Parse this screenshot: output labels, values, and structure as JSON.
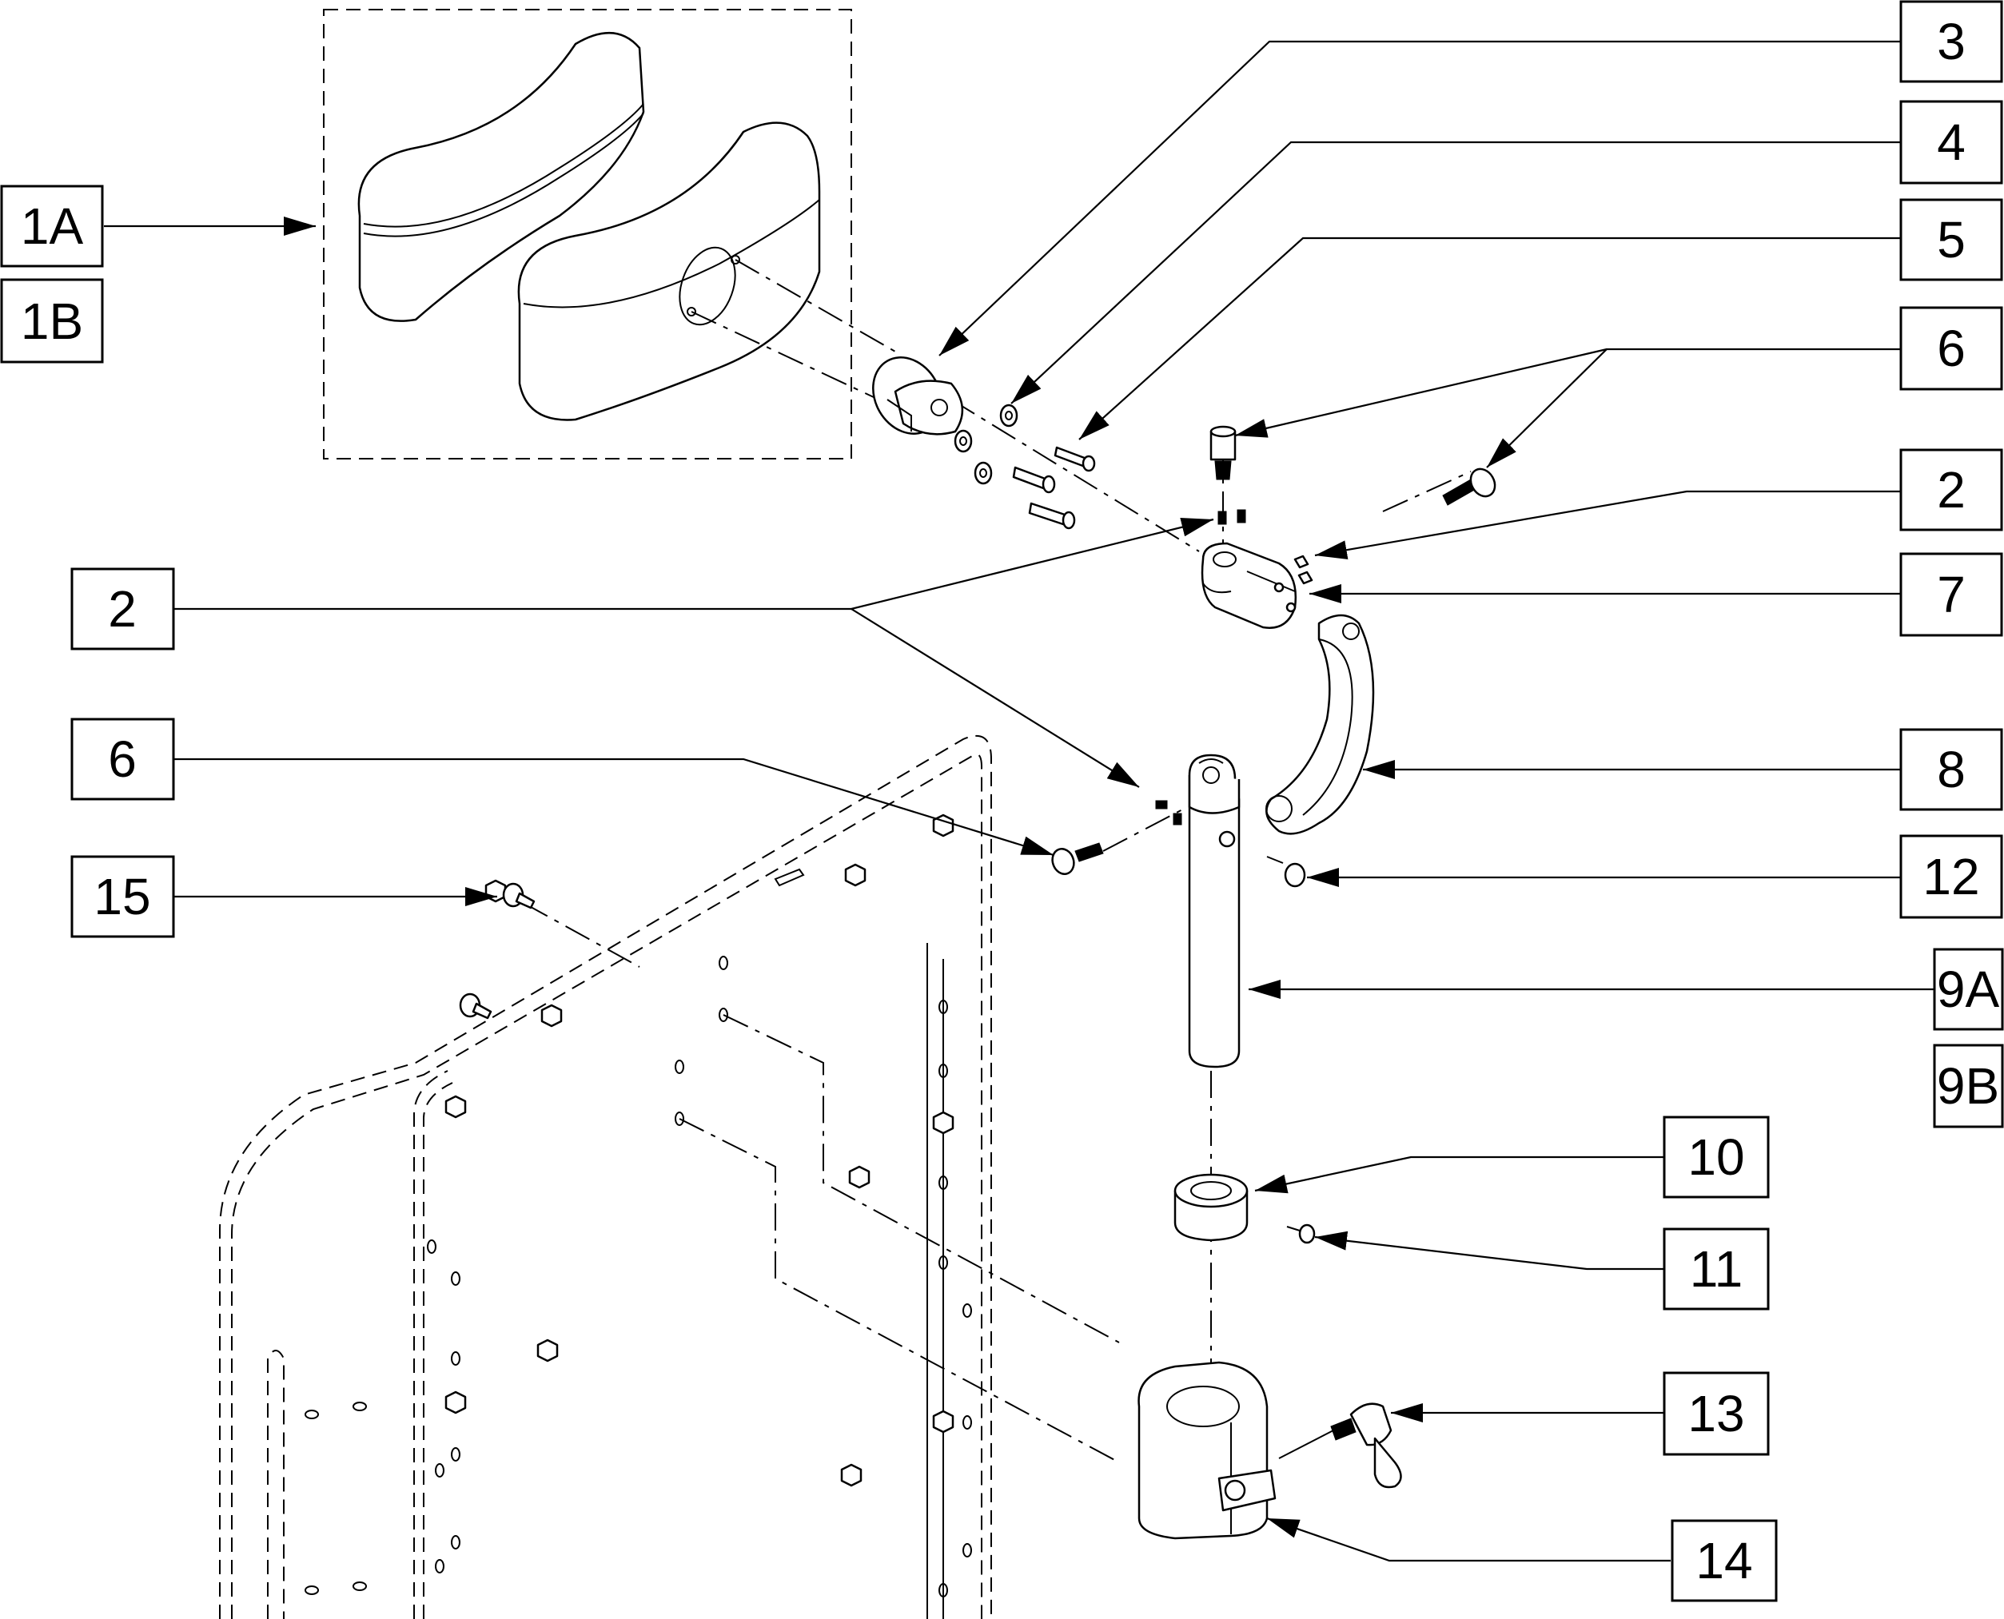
{
  "callouts": {
    "c1a": "1A",
    "c1b": "1B",
    "c3": "3",
    "c4": "4",
    "c5": "5",
    "c6_top": "6",
    "c2_right": "2",
    "c7": "7",
    "c2_left": "2",
    "c8": "8",
    "c6_left": "6",
    "c12": "12",
    "c15": "15",
    "c9a": "9A",
    "c9b": "9B",
    "c10": "10",
    "c11": "11",
    "c13": "13",
    "c14": "14"
  },
  "colors": {
    "line": "#000000",
    "background": "#ffffff"
  }
}
